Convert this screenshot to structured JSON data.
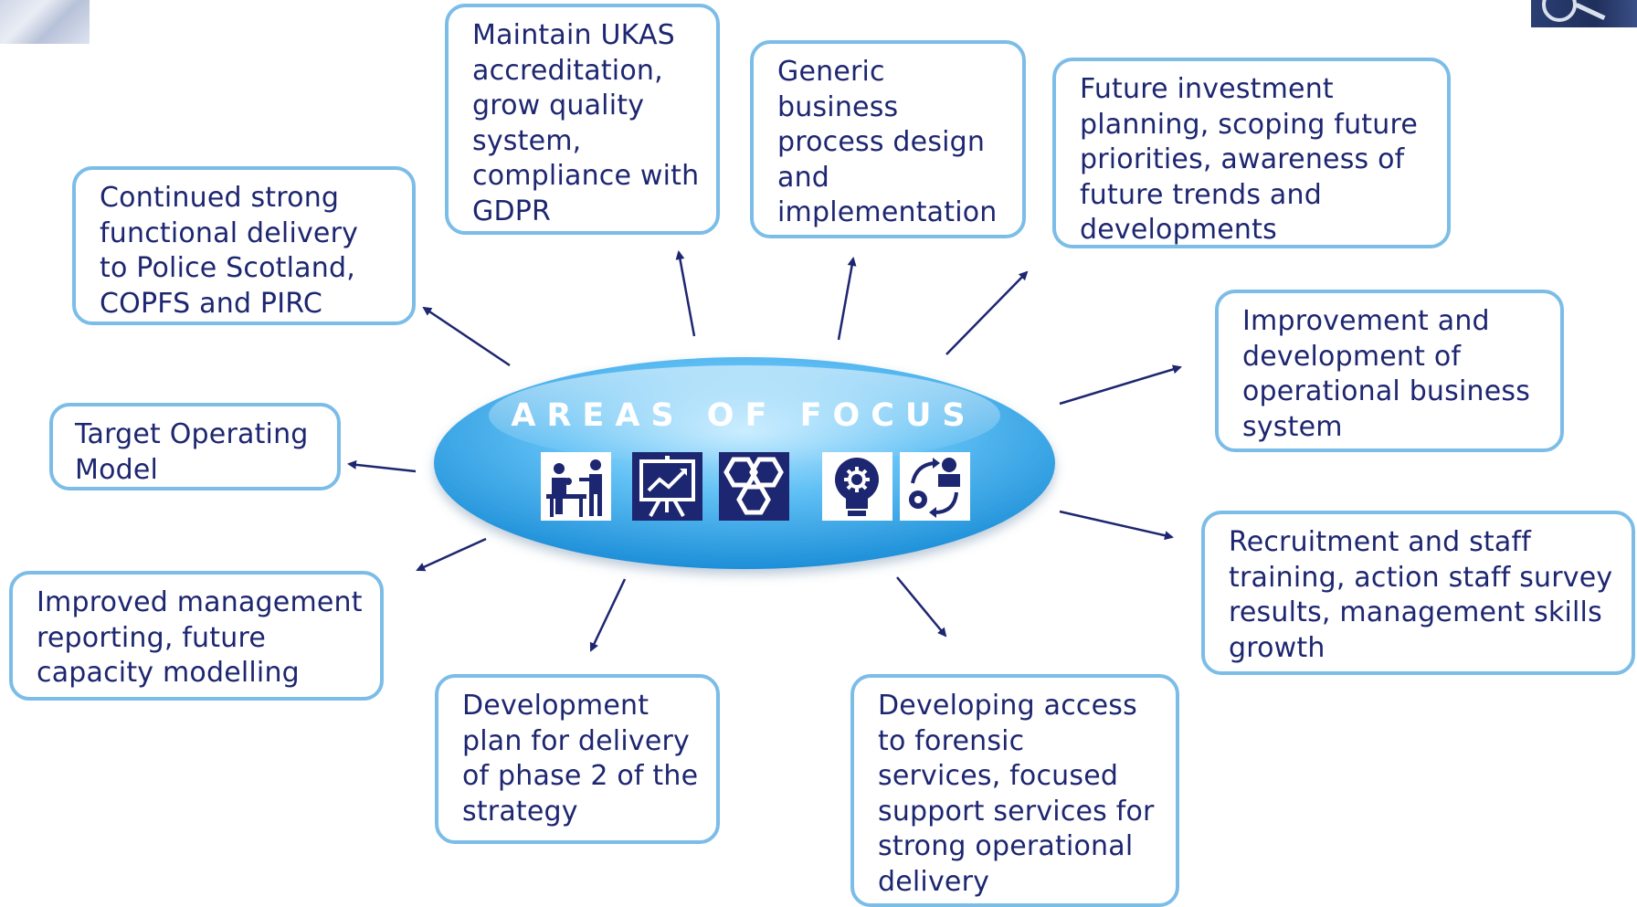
{
  "hub": {
    "title": "AREAS OF FOCUS",
    "icons": [
      "team-collaboration-icon",
      "presentation-chart-icon",
      "hexagon-cluster-icon",
      "lightbulb-gear-icon",
      "process-cycle-person-icon"
    ]
  },
  "boxes": {
    "ukas": "Maintain UKAS\naccreditation,\ngrow quality\nsystem,\ncompliance with\nGDPR",
    "generic": "Generic\nbusiness\nprocess design\nand\nimplementation",
    "future": "Future investment\nplanning, scoping future\npriorities, awareness of\nfuture trends and\ndevelopments",
    "continued": "Continued strong\nfunctional delivery\nto Police Scotland,\nCOPFS and PIRC",
    "improve": "Improvement and\ndevelopment of\noperational business\nsystem",
    "tom": "Target Operating\nModel",
    "recruit": "Recruitment and staff\ntraining, action staff survey\nresults, management skills\ngrowth",
    "mgmt": "Improved management\nreporting, future\ncapacity modelling",
    "devplan": "Development\nplan for delivery\nof phase 2 of the\nstrategy",
    "access": "Developing access\nto forensic\nservices, focused\nsupport services for\nstrong operational\ndelivery"
  },
  "colors": {
    "box_border": "#7cbde8",
    "text": "#1d2670",
    "arrow": "#1d2670",
    "hub_light": "#9fdcff",
    "hub_dark": "#1d8fd8",
    "icon_bg": "#ffffff",
    "icon_fg": "#1d2670"
  }
}
